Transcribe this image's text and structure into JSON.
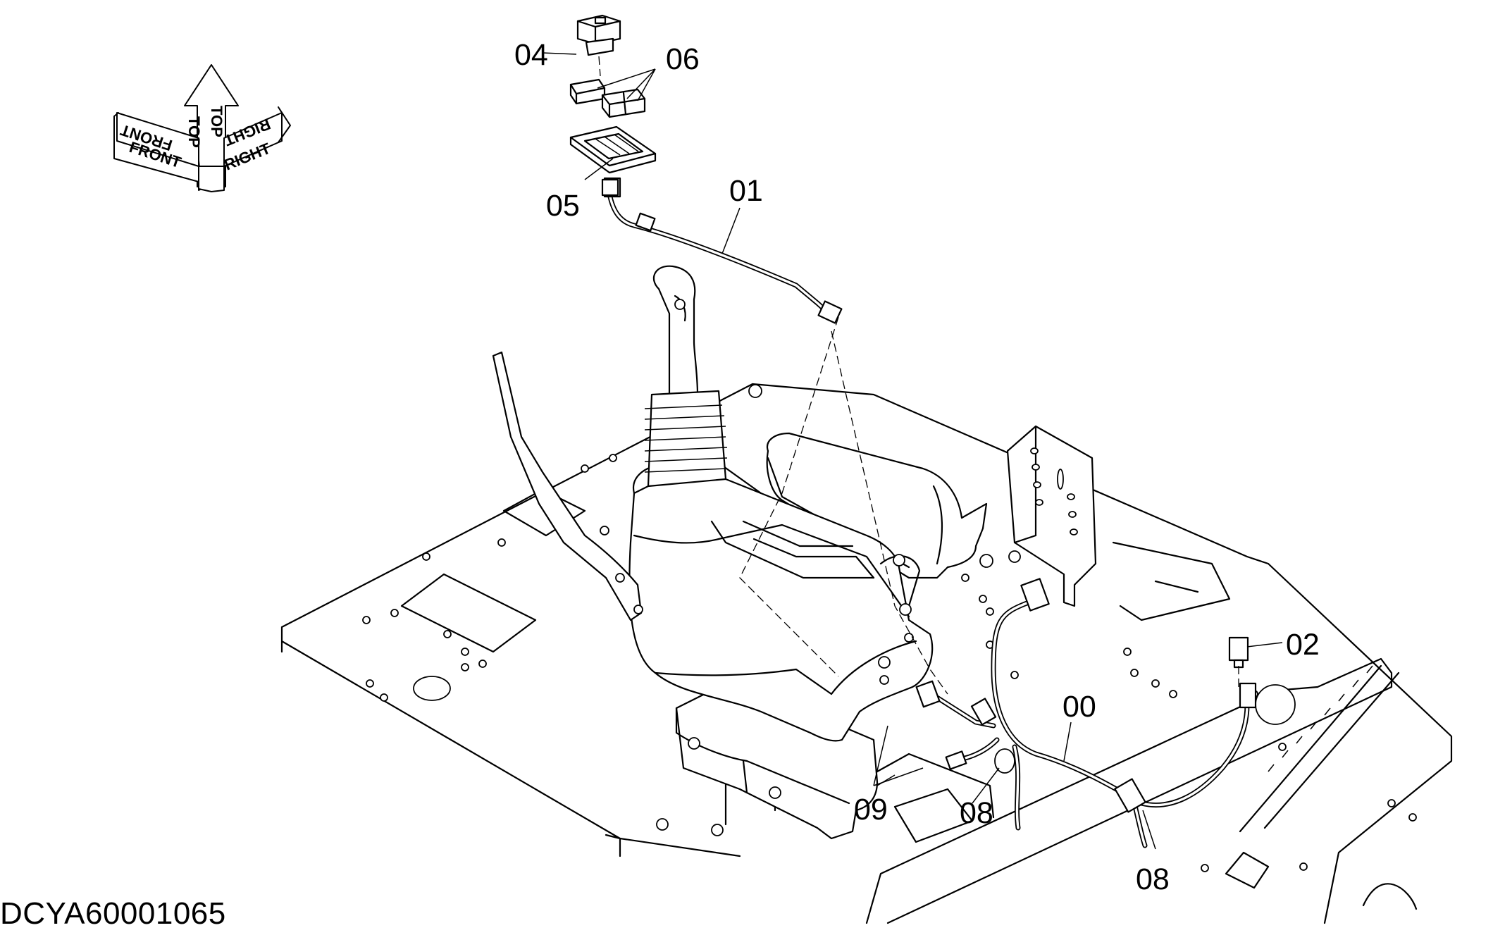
{
  "drawing_code": "DCYA60001065",
  "orientation": {
    "front": "FRONT",
    "top": "TOP",
    "right": "RIGHT"
  },
  "callouts": {
    "c00": "00",
    "c01": "01",
    "c02": "02",
    "c04": "04",
    "c05": "05",
    "c06": "06",
    "c08a": "08",
    "c08b": "08",
    "c09": "09"
  }
}
